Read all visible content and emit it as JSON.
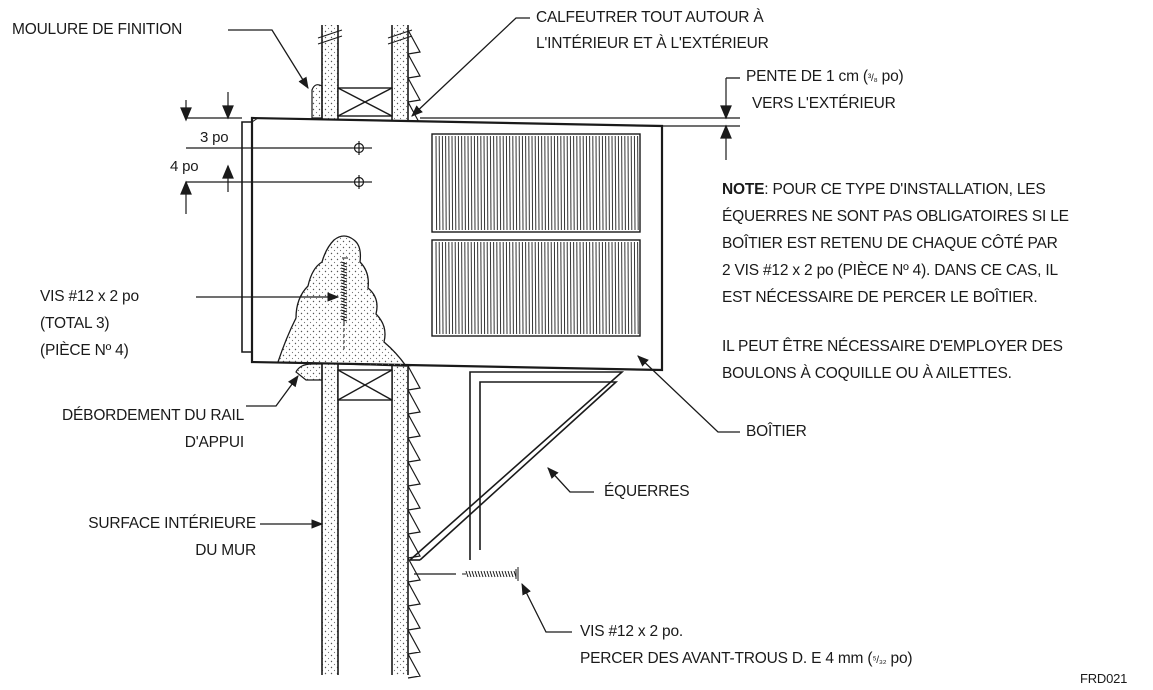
{
  "labels": {
    "moulure": "MOULURE DE FINITION",
    "calfeutrer_1": "CALFEUTRER TOUT AUTOUR À",
    "calfeutrer_2": "L'INTÉRIEUR ET À L'EXTÉRIEUR",
    "pente_1a": "PENTE DE 1 cm (",
    "pente_frac": "³/₈",
    "pente_1b": " po)",
    "pente_2": "VERS L'EXTÉRIEUR",
    "dim_3po": "3 po",
    "dim_4po": "4 po",
    "vis_left_1": "VIS #12 x 2 po",
    "vis_left_2": "(TOTAL 3)",
    "vis_left_3": "(PIÈCE Nº 4)",
    "debordement_1": "DÉBORDEMENT DU RAIL",
    "debordement_2": "D'APPUI",
    "surface_1": "SURFACE INTÉRIEURE",
    "surface_2": "DU MUR",
    "boitier": "BOÎTIER",
    "equerres": "ÉQUERRES",
    "vis_bottom_1": "VIS #12 x 2 po.",
    "vis_bottom_2a": "PERCER DES AVANT-TROUS D. E 4 mm (",
    "vis_bottom_frac": "⁵/₃₂",
    "vis_bottom_2b": " po)",
    "code": "FRD021"
  },
  "note": {
    "bold": "NOTE",
    "line1": ": POUR CE TYPE D'INSTALLATION, LES",
    "line2": "ÉQUERRES NE SONT PAS OBLIGATOIRES SI LE",
    "line3": "BOÎTIER EST RETENU DE CHAQUE CÔTÉ PAR",
    "line4": "2 VIS #12 x 2 po (PIÈCE Nº 4). DANS CE CAS, IL",
    "line5": "EST NÉCESSAIRE DE PERCER LE BOÎTIER.",
    "line6": "IL PEUT ÊTRE NÉCESSAIRE D'EMPLOYER DES",
    "line7": "BOULONS À COQUILLE OU À AILETTES."
  },
  "colors": {
    "ink": "#1a1a1a",
    "paper": "#ffffff"
  }
}
